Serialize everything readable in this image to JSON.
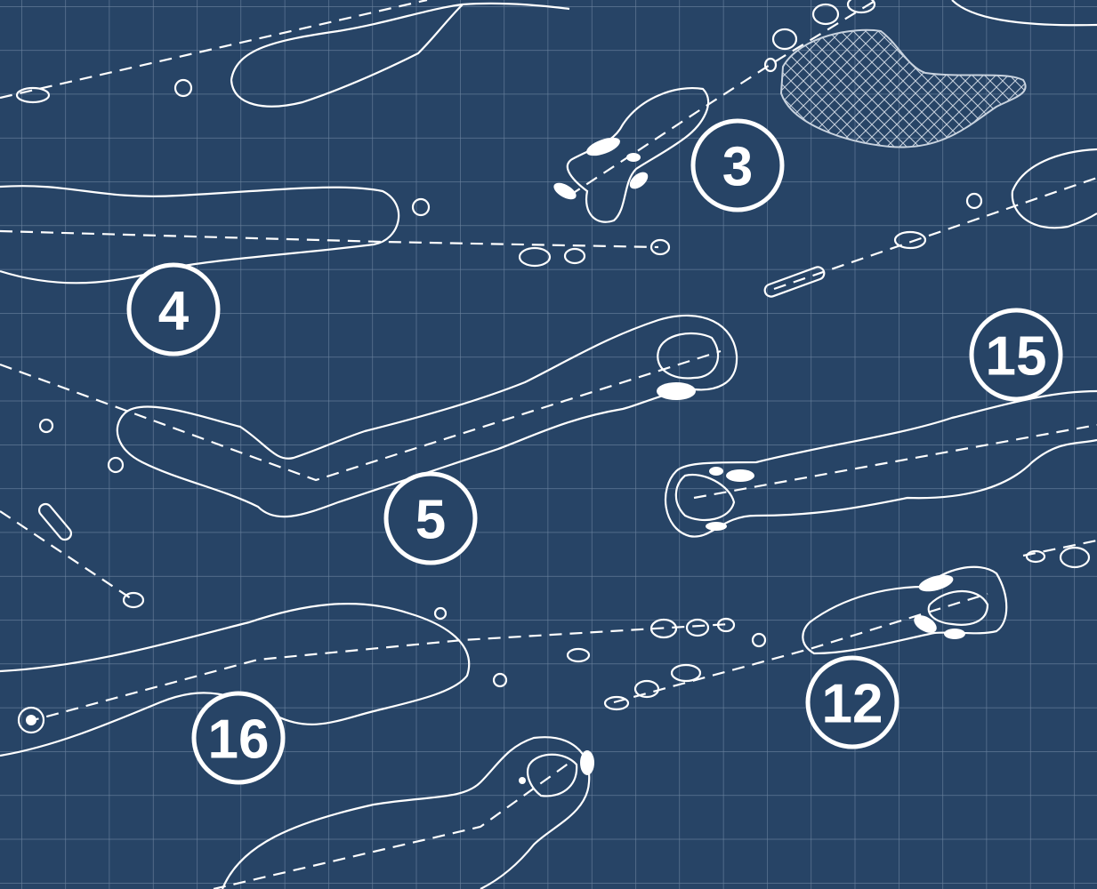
{
  "map": {
    "colors": {
      "background": "#274466",
      "grid": "#6f86a3",
      "line": "#ffffff"
    },
    "holes": [
      {
        "number": "3"
      },
      {
        "number": "4"
      },
      {
        "number": "5"
      },
      {
        "number": "15"
      },
      {
        "number": "12"
      },
      {
        "number": "16"
      }
    ]
  }
}
